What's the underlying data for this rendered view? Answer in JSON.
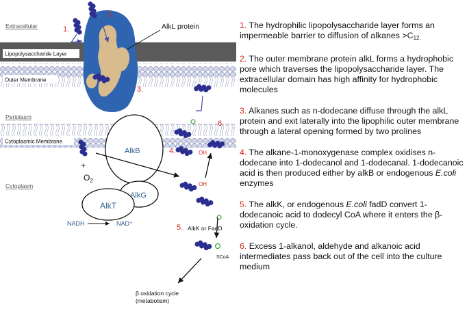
{
  "labels": {
    "extracellular": "Extracellular",
    "lps_layer": "Lipopolysaccharide Layer",
    "outer_membrane": "Outer Membrane",
    "periplasm": "Periplasm",
    "cytoplasmic_membrane": "Cytoplasmic Membrane",
    "cytoplasm": "Cytoplasm",
    "alkl_protein": "AlkL protein",
    "alkb": "AlkB",
    "alkg": "AlkG",
    "alkt": "AlkT",
    "nadh": "NADH",
    "nad": "NAD⁺",
    "plus": "+",
    "o2": "O",
    "o2_sub": "2",
    "enzyme": "AlkK or FadD",
    "beta_line1": "β oxidation cycle",
    "beta_line2": "(metabolism)",
    "oh": "OH",
    "scoa": "SCoA"
  },
  "diagram_numbers": [
    "1.",
    "2.",
    "3.",
    "4.",
    "5.",
    "6."
  ],
  "steps": [
    {
      "num": "1.",
      "pre": " The hydrophilic lipopolysaccharide layer forms an impermeable barrier to diffusion of alkanes >C",
      "sub": "12."
    },
    {
      "num": "2.",
      "text": " The outer membrane protein alkL forms a hydrophobic pore which traverses the lipopolysaccharide layer. The extracellular domain has high affinity for hydrophobic molecules"
    },
    {
      "num": "3.",
      "text": " Alkanes such as n-dodecane diffuse through the alkL protein and exit laterally into the lipophilic outer membrane through a lateral opening formed by two prolines"
    },
    {
      "num": "4.",
      "pre": " The alkane-1-monoxygenase complex oxidises n-dodecane into 1-dodecanol and 1-dodecanal. 1-dodecanoic acid is then produced either by alkB or endogenous ",
      "ital": "E.coli",
      "post": " enzymes"
    },
    {
      "num": "5.",
      "pre": " The alkK, or endogenous ",
      "ital": "E.coli",
      "post": " fadD convert 1-dodecanoic acid to dodecyl CoA where it enters the β-oxidation cycle."
    },
    {
      "num": "6.",
      "text": " Excess 1-alkanol, aldehyde and alkanoic acid intermediates pass back out of the cell into the culture medium"
    }
  ],
  "colors": {
    "lps": "#5a5a5a",
    "protein_blue": "#2f64b0",
    "protein_tan": "#d9bc8e",
    "alkane": "#2b2f8f",
    "number_red": "#d32b1f",
    "enzyme_text": "#2d5d8a"
  }
}
